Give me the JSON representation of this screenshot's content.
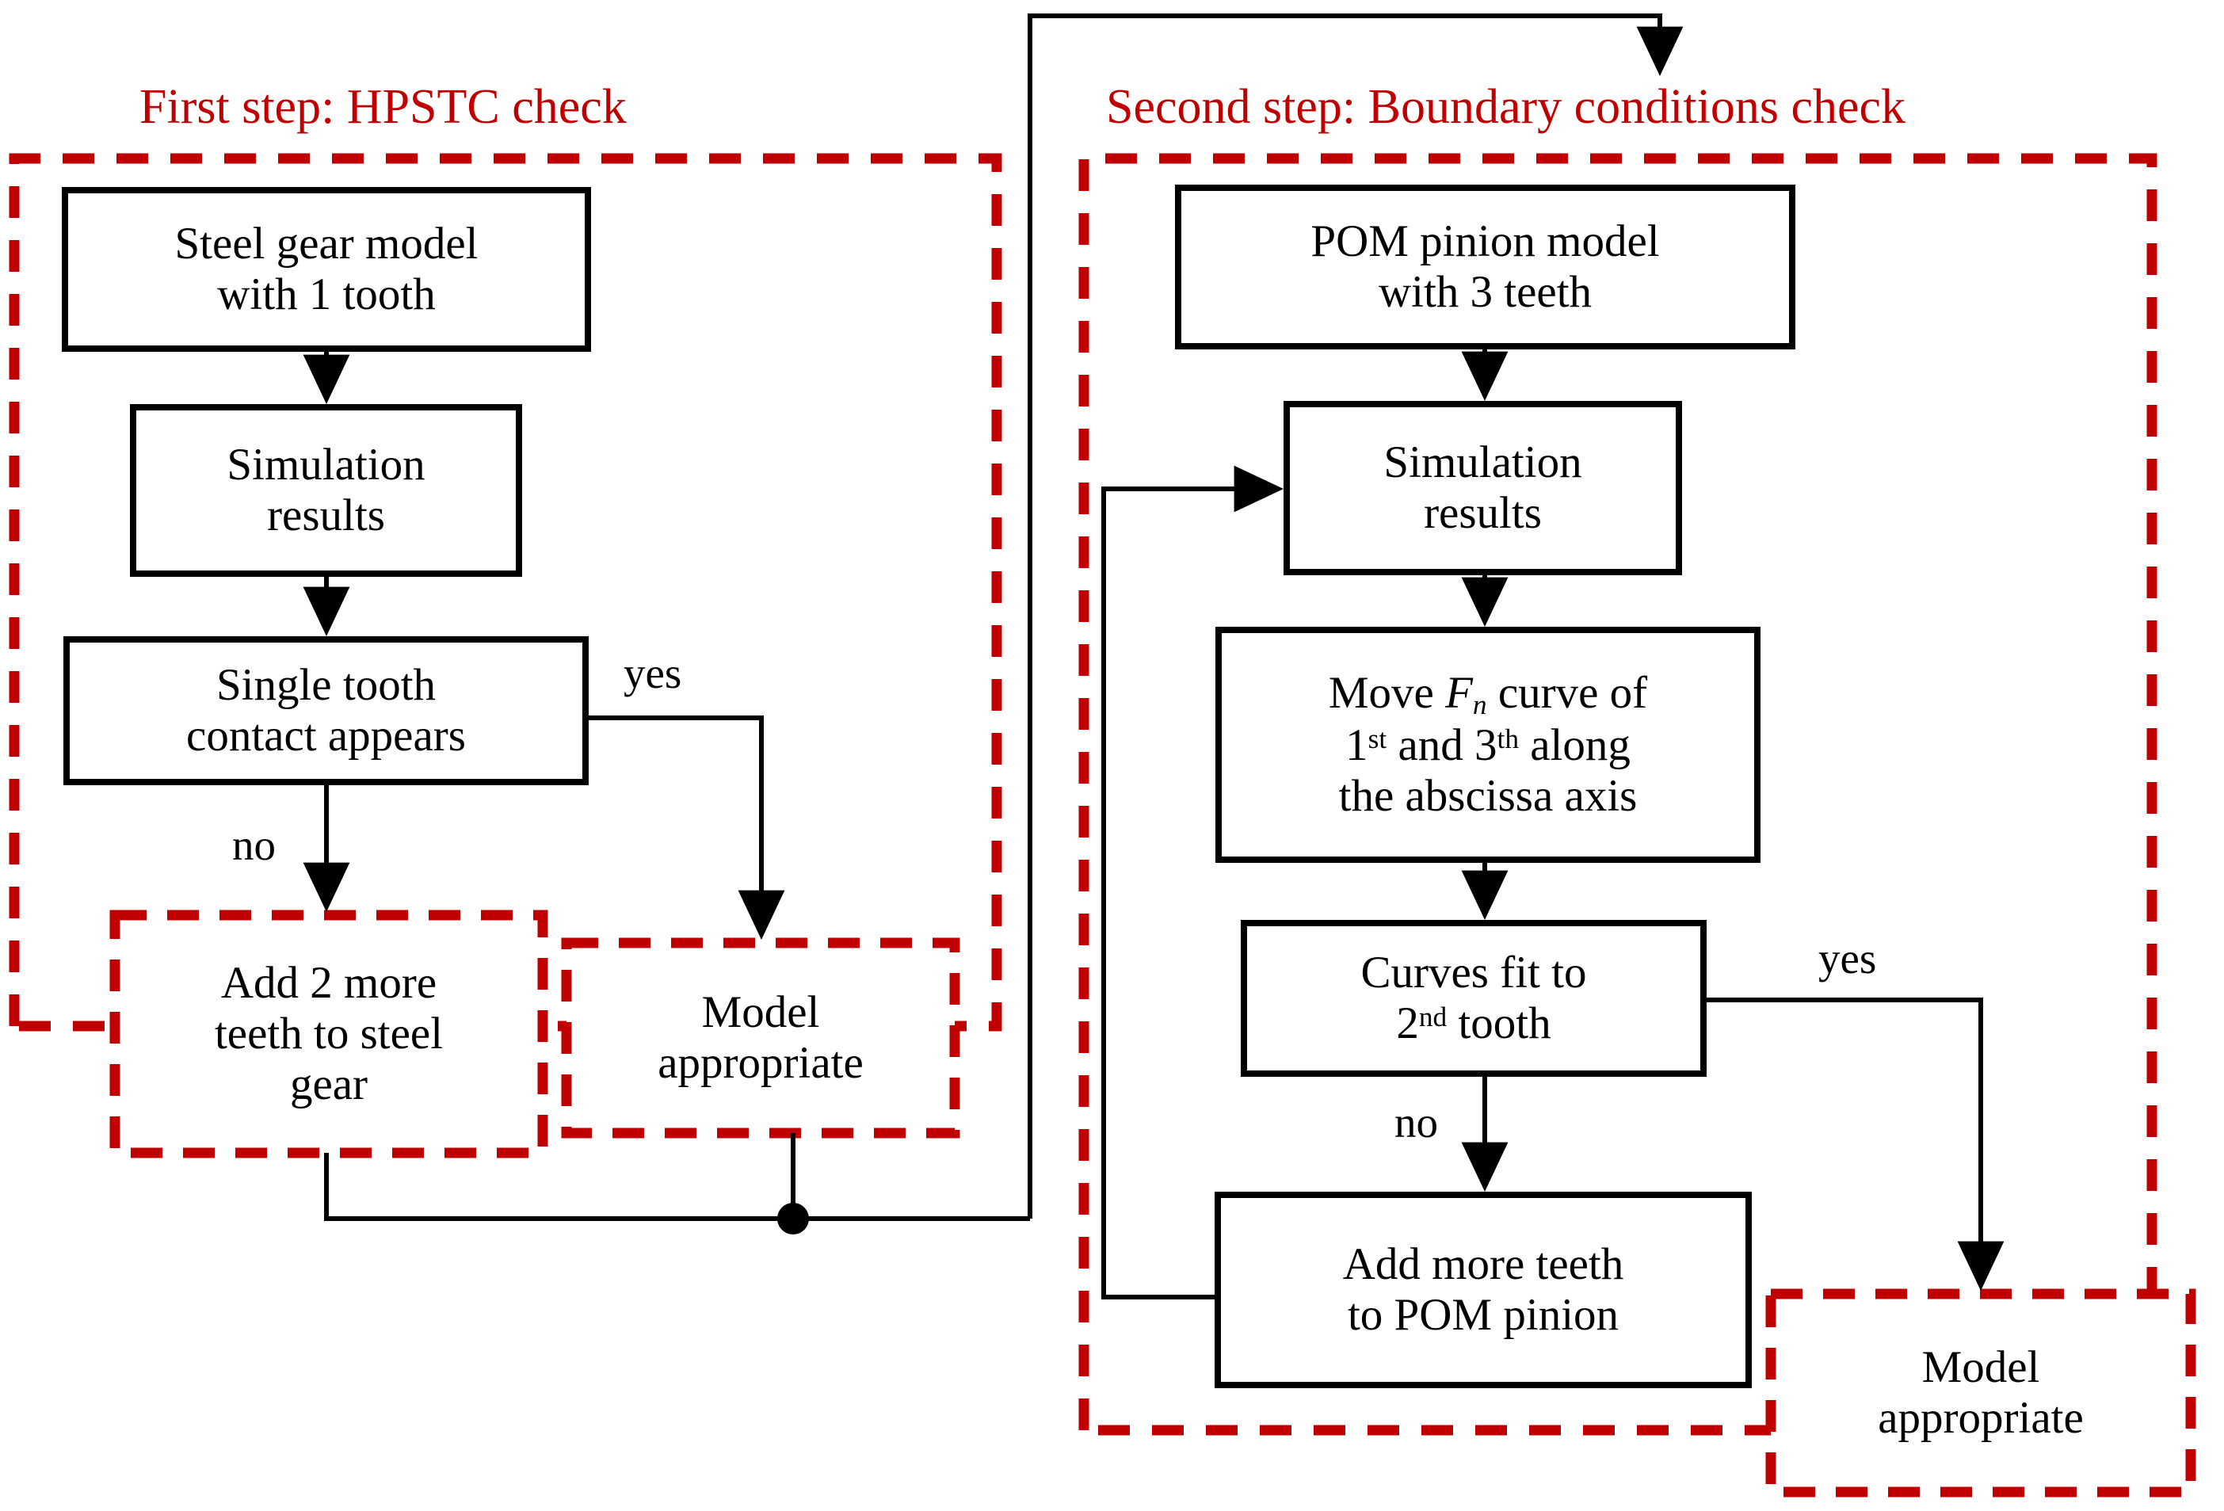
{
  "diagram": {
    "type": "flowchart",
    "title": "Two-step gear model verification flowchart",
    "accent_color": "#C00000",
    "line_color": "#000000",
    "background": "#FFFFFF"
  },
  "regions": [
    {
      "id": "first-step",
      "title": "First step: HPSTC check",
      "border_style": "dashed",
      "border_color": "#C00000"
    },
    {
      "id": "second-step",
      "title": "Second step: Boundary conditions check",
      "border_style": "dashed",
      "border_color": "#C00000"
    }
  ],
  "nodes": {
    "steel_gear_model": {
      "line1": "Steel gear model",
      "line2": "with 1 tooth",
      "style": "solid-black"
    },
    "simulation_results_left": {
      "line1": "Simulation",
      "line2": "results",
      "style": "solid-black"
    },
    "single_tooth_contact": {
      "line1": "Single tooth",
      "line2": "contact appears",
      "style": "solid-black"
    },
    "add_2_more_teeth": {
      "line1": "Add 2 more",
      "line2": "teeth to steel",
      "line3": "gear",
      "style": "dashed-red"
    },
    "model_appropriate_left": {
      "line1": "Model",
      "line2": "appropriate",
      "style": "dashed-red"
    },
    "pom_pinion_model": {
      "line1": "POM pinion model",
      "line2": "with 3 teeth",
      "style": "solid-black"
    },
    "simulation_results_right": {
      "line1": "Simulation",
      "line2": "results",
      "style": "solid-black"
    },
    "move_fn_curve": {
      "line1_pre": "Move ",
      "line1_var": "F",
      "line1_sub": "n",
      "line1_post": " curve of",
      "line2_a": "1",
      "line2_sup_a": "st",
      "line2_b": " and 3",
      "line2_sup_b": "th",
      "line2_c": " along",
      "line3": "the abscissa axis",
      "style": "solid-black"
    },
    "curves_fit": {
      "line1": "Curves fit to",
      "line2_a": "2",
      "line2_sup": "nd",
      "line2_b": " tooth",
      "style": "solid-black"
    },
    "add_more_teeth_pom": {
      "line1": "Add more teeth",
      "line2": "to POM pinion",
      "style": "solid-black"
    },
    "model_appropriate_right": {
      "line1": "Model",
      "line2": "appropriate",
      "style": "dashed-red"
    }
  },
  "edge_labels": {
    "yes_left": "yes",
    "no_left": "no",
    "yes_right": "yes",
    "no_right": "no"
  }
}
